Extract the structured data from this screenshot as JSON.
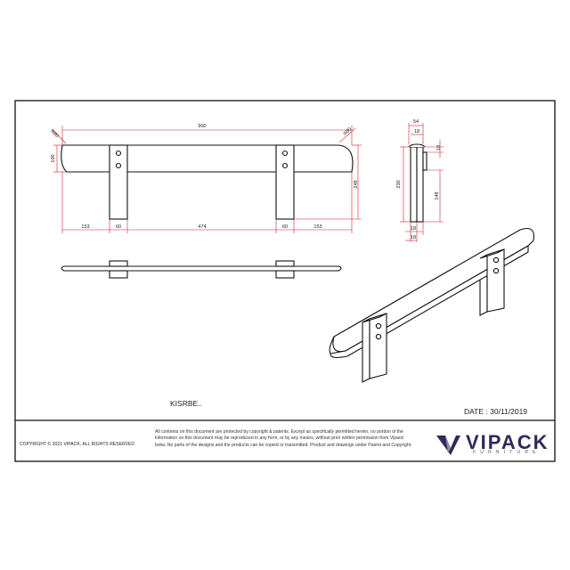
{
  "drawing": {
    "front_view": {
      "overall_width": "900",
      "left_radius": "R80",
      "right_radius": "R80",
      "panel_height": "100",
      "total_height": "248",
      "segments": [
        "153",
        "60",
        "474",
        "60",
        "153"
      ]
    },
    "side_view": {
      "top_width": "54",
      "top_inner": "18",
      "top_right": "18",
      "total_height": "230",
      "leg_height": "148",
      "bottom_left": "18",
      "bottom_right": "18"
    }
  },
  "title_block": {
    "part_name": "KISRBE..",
    "date": "DATE : 30/11/2019",
    "copyright": "COPYRIGHT  © 2021 VIPACK, ALL RIGHTS RESERVED",
    "notice": "All contents on this document are protected by copyright & patents. Except as specifically permitted herein, no portion of the information on this document may be reproduced in any form, or by any means, without prior written permission from Vipack bvba. No parts of the designs and the products can be copied or transmitted. Product and drawings under Patent and Copyright.",
    "brand": "VIPACK",
    "brand_tagline": "FURNITURE"
  },
  "colors": {
    "line": "#1a1a1a",
    "dimension": "#d0202a",
    "brand": "#2e2a5c"
  }
}
